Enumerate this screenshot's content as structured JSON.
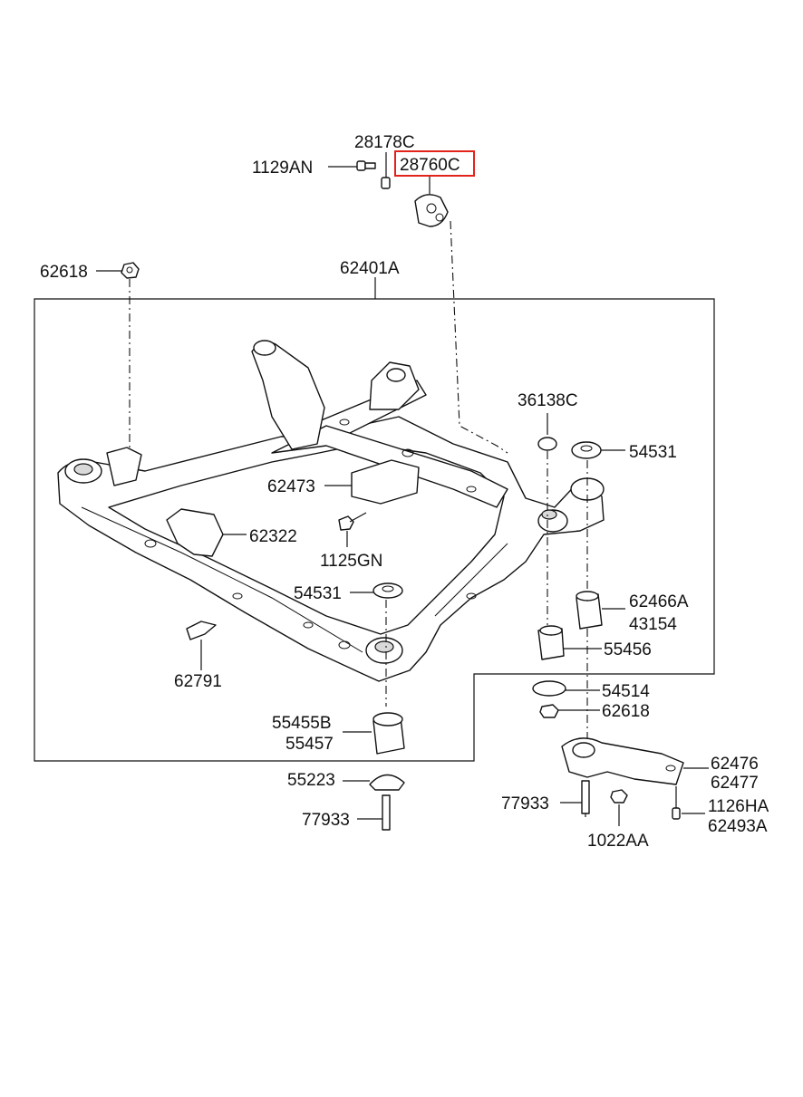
{
  "parts": {
    "p28178C": "28178C",
    "p1129AN": "1129AN",
    "p28760C": "28760C",
    "p62618_top": "62618",
    "p62401A": "62401A",
    "p36138C": "36138C",
    "p54531_right": "54531",
    "p62473": "62473",
    "p62322": "62322",
    "p1125GN": "1125GN",
    "p54531_center": "54531",
    "p62466A": "62466A",
    "p43154": "43154",
    "p55456": "55456",
    "p62791": "62791",
    "p54514": "54514",
    "p62618_right": "62618",
    "p55455B": "55455B",
    "p55457": "55457",
    "p62476": "62476",
    "p62477": "62477",
    "p55223": "55223",
    "p77933_right": "77933",
    "p1126HA": "1126HA",
    "p62493A": "62493A",
    "p77933_center": "77933",
    "p1022AA": "1022AA"
  },
  "highlight": {
    "part": "28760C",
    "color": "#e2231a"
  }
}
